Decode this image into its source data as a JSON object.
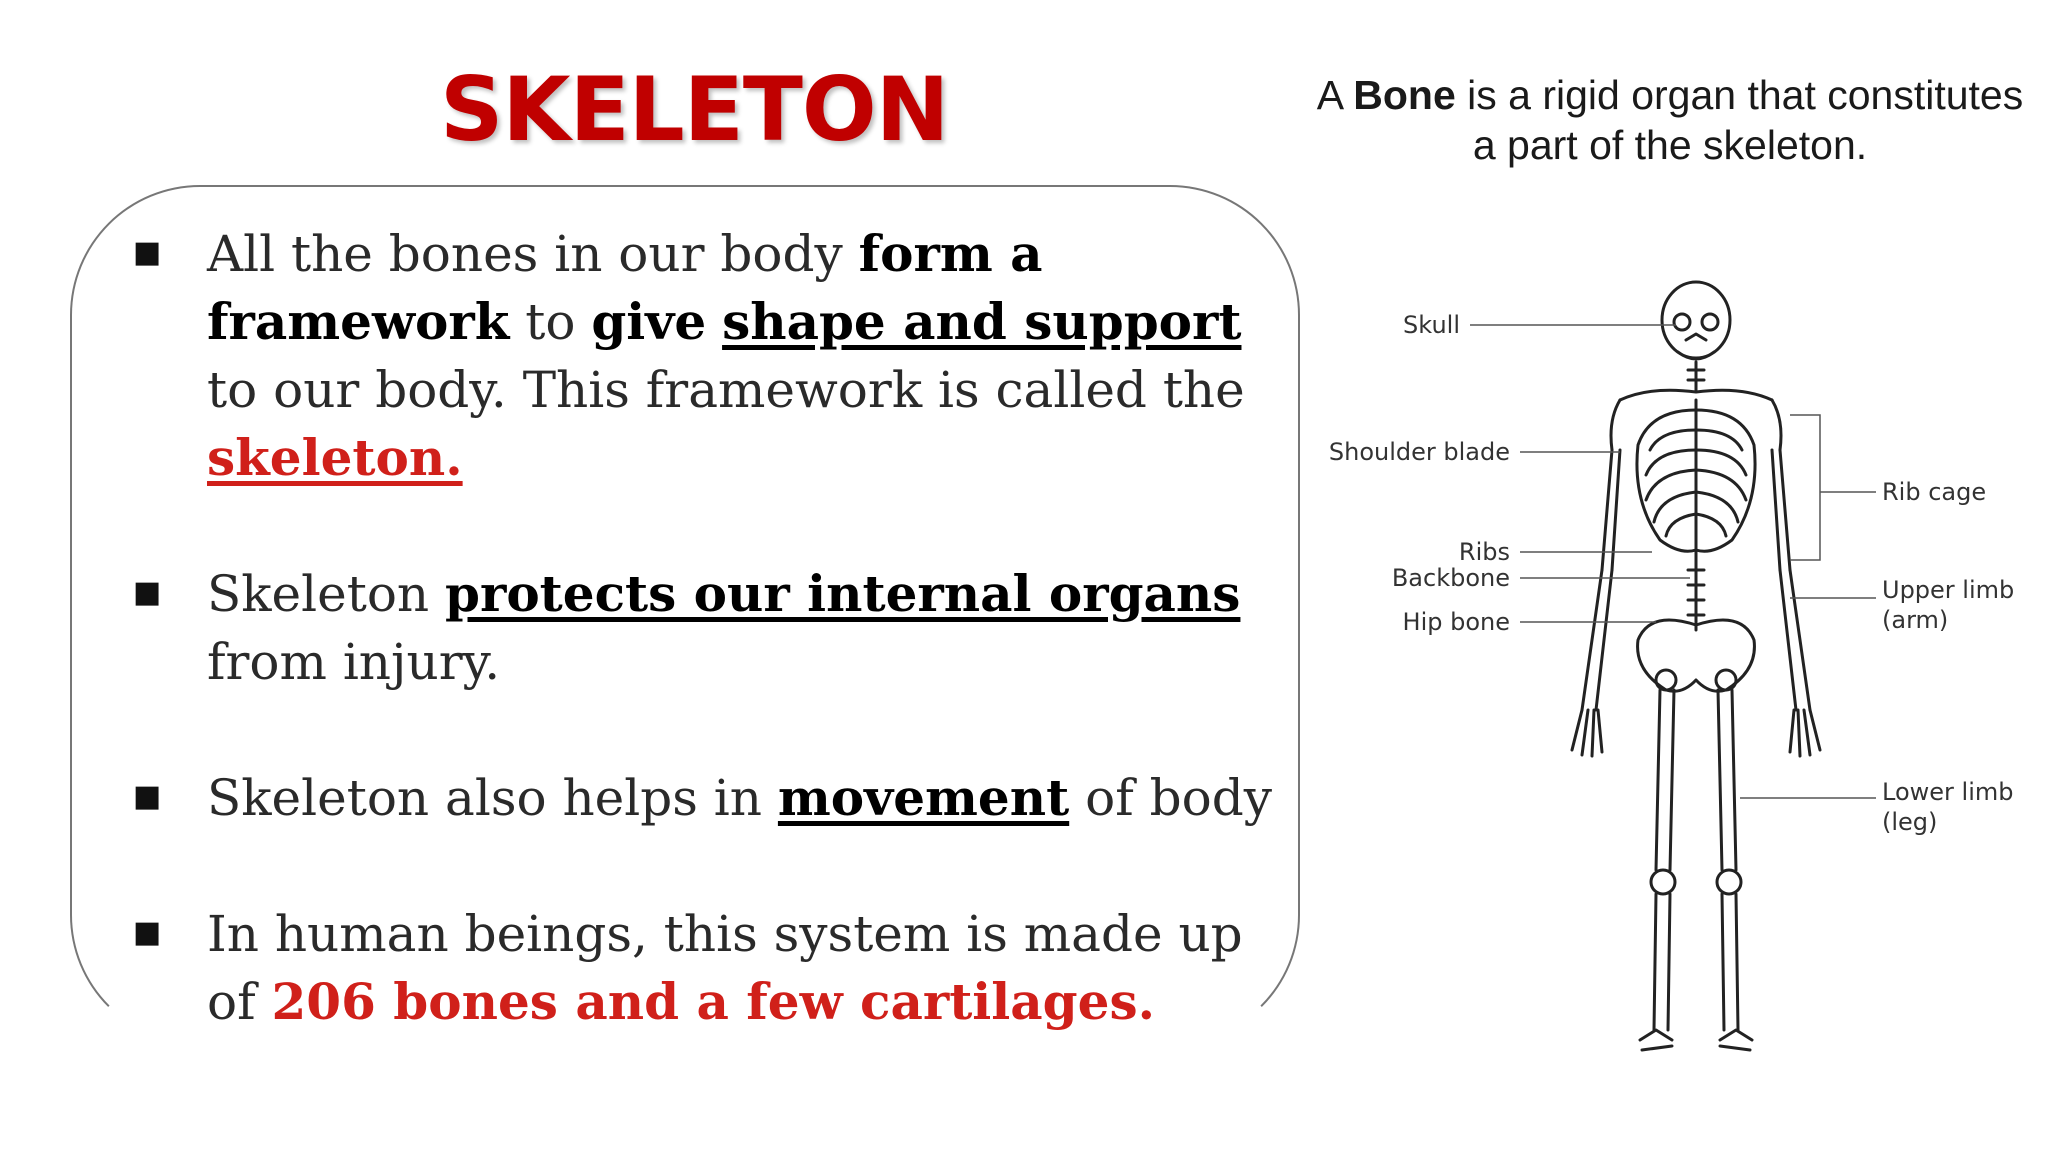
{
  "slide": {
    "title": "SKELETON",
    "definition": {
      "pre": "A ",
      "bold": "Bone",
      "post": " is a rigid organ that constitutes a part of the skeleton."
    },
    "bullets": [
      {
        "t1": "All the bones in our body ",
        "b1": "form a framework",
        "t2": " to ",
        "b2": "give",
        "t3": " ",
        "b3": "shape and support",
        "t4": " to our body. This framework is called the ",
        "r1": "skeleton."
      },
      {
        "t1": "Skeleton ",
        "b1": "protects our internal organs",
        "t2": " from injury."
      },
      {
        "t1": "Skeleton also helps in ",
        "b1": "movement",
        "t2": " of body"
      },
      {
        "t1": " In human beings, this system is made up of ",
        "r1": "206 bones and a few cartilages."
      }
    ]
  },
  "diagram": {
    "labels": {
      "skull": "Skull",
      "shoulder_blade": "Shoulder blade",
      "ribs": "Ribs",
      "backbone": "Backbone",
      "hip_bone": "Hip bone",
      "rib_cage": "Rib cage",
      "upper_limb_1": "Upper limb",
      "upper_limb_2": "(arm)",
      "lower_limb_1": "Lower limb",
      "lower_limb_2": "(leg)"
    }
  },
  "colors": {
    "title": "#c00000",
    "highlight": "#d0201a",
    "text": "#2a2a2a"
  }
}
